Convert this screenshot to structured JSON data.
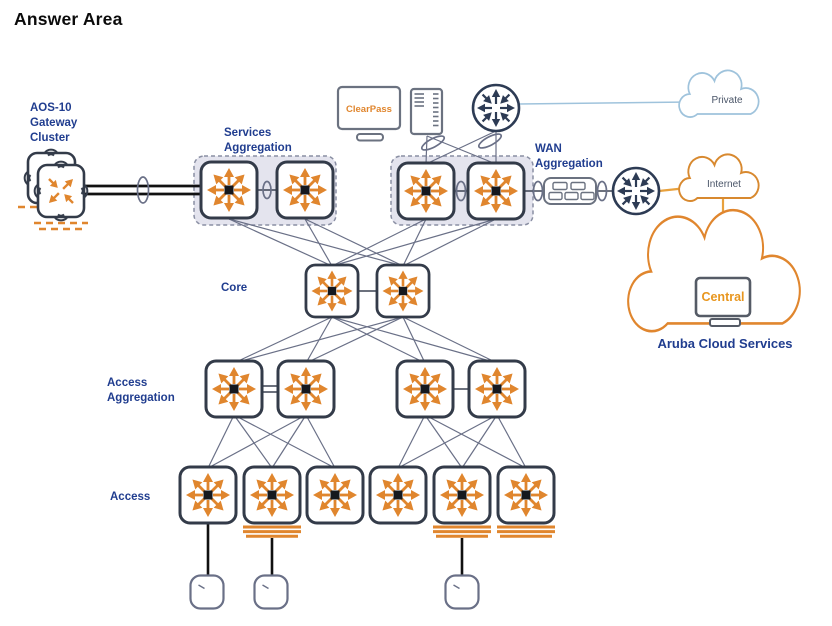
{
  "title": "Answer Area",
  "palette": {
    "switch_arrow_orange": "#E0862E",
    "label_blue": "#203D8F",
    "link_gray": "#6A7087",
    "thick_link_black": "#111111",
    "aggregation_group_fill": "#E4E4EE",
    "private_cloud_blue": "#9FC3DC",
    "internet_cloud_orange": "#D8892F",
    "router_navy": "#2D3B54"
  },
  "nodes": {
    "gateway_cluster": {
      "label_lines": [
        "AOS-10",
        "Gateway",
        "Cluster"
      ]
    },
    "services_aggregation": {
      "label_lines": [
        "Services",
        "Aggregation"
      ],
      "switch_count": 2
    },
    "clearpass": {
      "label": "ClearPass"
    },
    "wan_aggregation": {
      "label_lines": [
        "WAN",
        "Aggregation"
      ],
      "switch_count": 2
    },
    "private_cloud": {
      "label": "Private"
    },
    "internet_cloud": {
      "label": "Internet"
    },
    "aruba_cloud": {
      "label": "Aruba Cloud Services",
      "central_label": "Central"
    },
    "core": {
      "label": "Core",
      "switch_count": 2
    },
    "access_aggregation": {
      "label_lines": [
        "Access",
        "Aggregation"
      ],
      "switch_count": 4
    },
    "access": {
      "label": "Access",
      "switch_count": 6,
      "stacked_switches": 3,
      "access_points": 3
    }
  }
}
